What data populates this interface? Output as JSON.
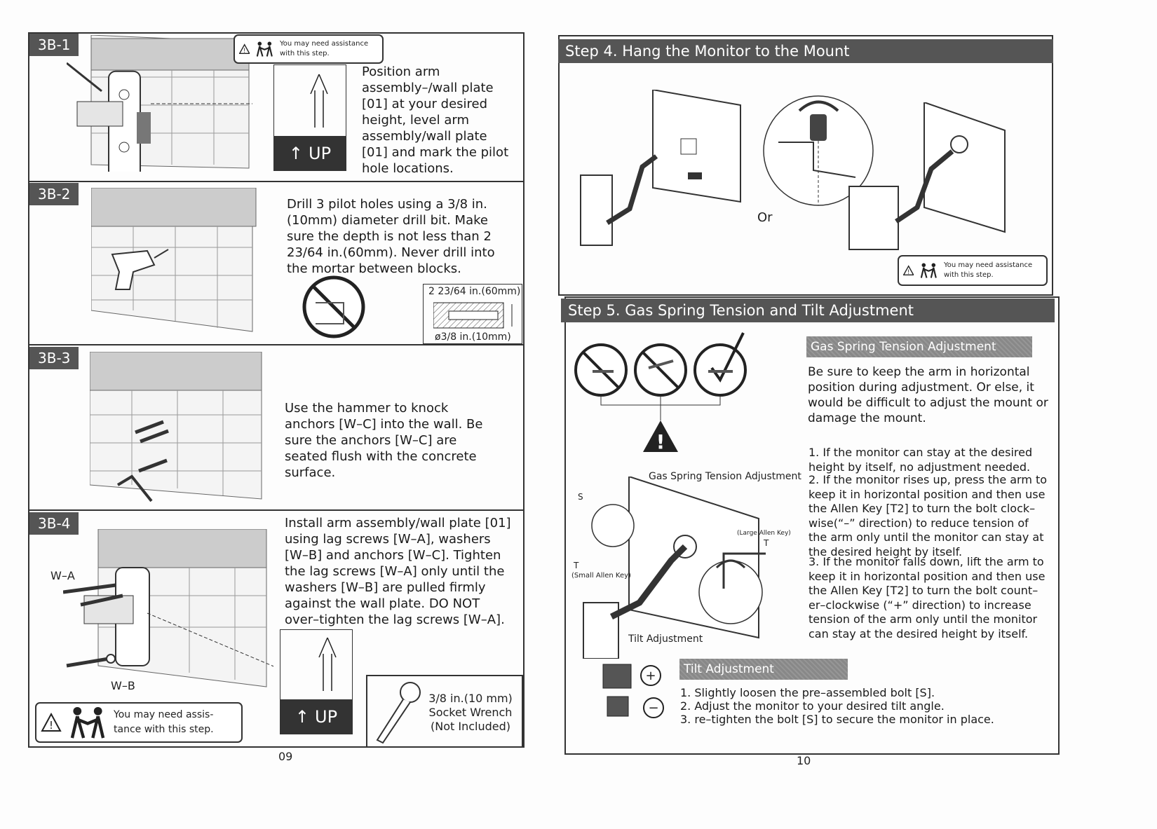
{
  "assistance_note": "You may need assistance with this step.",
  "assistance_note_large": [
    "You may need assis-",
    "tance with this step."
  ],
  "up_label": "UP",
  "left_page": {
    "page_number": "09",
    "steps": [
      {
        "tag": "3B-1",
        "text": "Position arm assembly–/wall plate [01] at your desired height, level arm assembly/wall plate [01] and mark the pilot hole locations."
      },
      {
        "tag": "3B-2",
        "text": "Drill 3 pilot holes using a 3/8 in.(10mm) diameter drill bit. Make sure the depth is not less than 2 23/64 in.(60mm). Never drill into the mortar between blocks.",
        "depth_label": "2 23/64 in.(60mm)",
        "diameter_label": "ø3/8 in.(10mm)"
      },
      {
        "tag": "3B-3",
        "text": "Use the hammer to knock anchors [W–C] into the wall. Be sure the anchors [W–C] are seated flush with the concrete surface."
      },
      {
        "tag": "3B-4",
        "text": "Install arm assembly/wall plate [01] using lag screws [W–A], washers [W–B] and anchors [W–C]. Tighten the lag screws [W–A] only until the washers [W–B] are pulled firmly against the wall plate. DO NOT over–tighten the lag screws [W–A].",
        "label_wa": "W–A",
        "label_wb": "W–B",
        "tool_text": [
          "3/8 in.(10 mm)",
          "Socket Wrench",
          "(Not Included)"
        ]
      }
    ]
  },
  "right_page": {
    "page_number": "10",
    "step4": {
      "title": "Step 4. Hang the Monitor to the Mount",
      "or_label": "Or"
    },
    "step5": {
      "title": "Step 5. Gas Spring Tension and Tilt Adjustment",
      "gas_heading": "Gas Spring Tension Adjustment",
      "gas_intro": "Be sure to keep the arm in horizontal position during adjustment. Or else, it would be difficult to adjust the mount or damage the mount.",
      "gas_steps": [
        "1. If the monitor can stay at the desired height by itself, no adjustment needed.",
        "2. If the monitor rises up, press the arm to keep it in horizontal position and then use the Allen Key [T2] to turn the bolt clock–wise(“–” direction) to reduce tension of the arm only until the monitor can stay at the desired height by itself.",
        "3. If the monitor falls down, lift the arm to keep it in horizontal position and then use the Allen Key [T2] to turn the bolt count–er–clockwise (“+” direction) to increase tension of the arm only until the monitor can stay at the desired height by itself."
      ],
      "diagram_labels": {
        "gas_spring": "Gas Spring Tension Adjustment",
        "s": "S",
        "t_left": "T",
        "small_key": "(Small Allen Key)",
        "large_key": "(Large Allen Key)",
        "t_right": "T",
        "tilt": "Tilt Adjustment"
      },
      "tilt_heading": "Tilt Adjustment",
      "tilt_steps": [
        "1. Slightly loosen the pre–assembled bolt [S].",
        "2. Adjust the monitor to your desired tilt angle.",
        "3. re–tighten the bolt [S] to secure the monitor in place."
      ]
    }
  }
}
